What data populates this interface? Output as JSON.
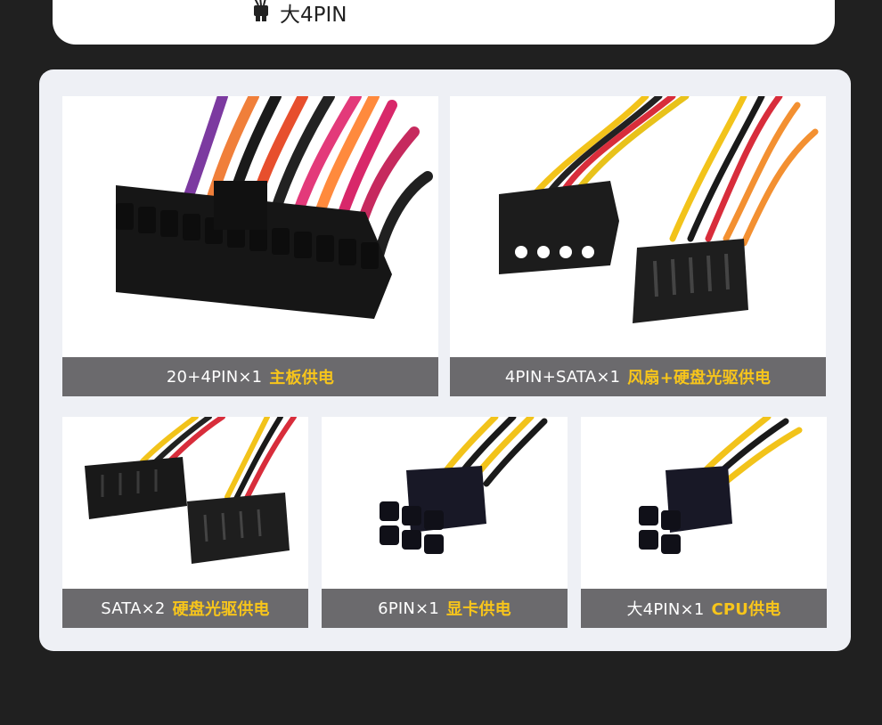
{
  "header": {
    "label": "大4PIN"
  },
  "tiles": [
    {
      "caption": "20+4PIN×1",
      "highlight": "主板供电",
      "icon": "atx-24pin-connector-photo"
    },
    {
      "caption": "4PIN+SATA×1",
      "highlight": "风扇+硬盘光驱供电",
      "icon": "molex-sata-connector-photo"
    },
    {
      "caption": "SATA×2",
      "highlight": "硬盘光驱供电",
      "icon": "sata-connector-photo"
    },
    {
      "caption": "6PIN×1",
      "highlight": "显卡供电",
      "icon": "pcie-6pin-connector-photo"
    },
    {
      "caption": "大4PIN×1",
      "highlight": "CPU供电",
      "icon": "cpu-4pin-connector-photo"
    }
  ],
  "colors": {
    "background": "#202020",
    "panel": "#eef0f5",
    "caption_bar": "#6b6a6d",
    "highlight": "#f7c51b"
  }
}
